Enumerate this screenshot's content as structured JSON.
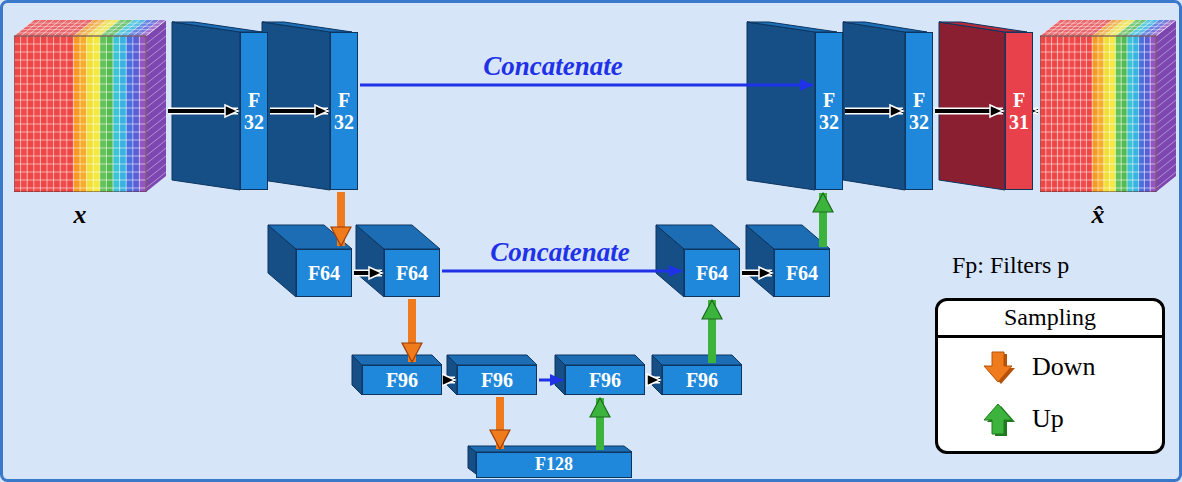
{
  "diagram": {
    "nodes": [
      {
        "text": [
          "x"
        ]
      },
      {
        "text": [
          "F32"
        ]
      },
      {
        "text": [
          "F32"
        ]
      },
      {
        "text": [
          "F32"
        ]
      },
      {
        "text": [
          "F32"
        ]
      },
      {
        "text": [
          "F31"
        ]
      },
      {
        "text": [
          "x̂"
        ]
      },
      {
        "text": [
          "F64"
        ]
      },
      {
        "text": [
          "F64"
        ]
      },
      {
        "text": [
          "F64"
        ]
      },
      {
        "text": [
          "F64"
        ]
      },
      {
        "text": [
          "F96"
        ]
      },
      {
        "text": [
          "F96"
        ]
      },
      {
        "text": [
          "F96"
        ]
      },
      {
        "text": [
          "F96"
        ]
      },
      {
        "text": [
          "F128"
        ]
      }
    ],
    "edges": [
      {
        "from": 0,
        "to": 1,
        "arrow": "to"
      },
      {
        "from": 1,
        "to": 2,
        "arrow": "to"
      },
      {
        "from": 2,
        "to": 3,
        "label": "Concatenate",
        "arrow": "to"
      },
      {
        "from": 3,
        "to": 4,
        "arrow": "to"
      },
      {
        "from": 4,
        "to": 5,
        "arrow": "to"
      },
      {
        "from": 5,
        "to": 6,
        "arrow": "to"
      },
      {
        "from": 2,
        "to": 7,
        "arrow": "to"
      },
      {
        "from": 7,
        "to": 8,
        "arrow": "to"
      },
      {
        "from": 8,
        "to": 9,
        "label": "Concatenate",
        "arrow": "to"
      },
      {
        "from": 9,
        "to": 10,
        "arrow": "to"
      },
      {
        "from": 10,
        "to": 3,
        "arrow": "to"
      },
      {
        "from": 8,
        "to": 11,
        "arrow": "to"
      },
      {
        "from": 11,
        "to": 12,
        "arrow": "to"
      },
      {
        "from": 12,
        "to": 13,
        "arrow": "to"
      },
      {
        "from": 13,
        "to": 14,
        "arrow": "to"
      },
      {
        "from": 14,
        "to": 9,
        "arrow": "to"
      },
      {
        "from": 12,
        "to": 15,
        "arrow": "to"
      },
      {
        "from": 15,
        "to": 13,
        "arrow": "to"
      }
    ],
    "labels": [
      "Fp: Filters p",
      "Sampling"
    ],
    "legend": [
      {
        "text": "Down"
      },
      {
        "text": "Up"
      }
    ]
  }
}
